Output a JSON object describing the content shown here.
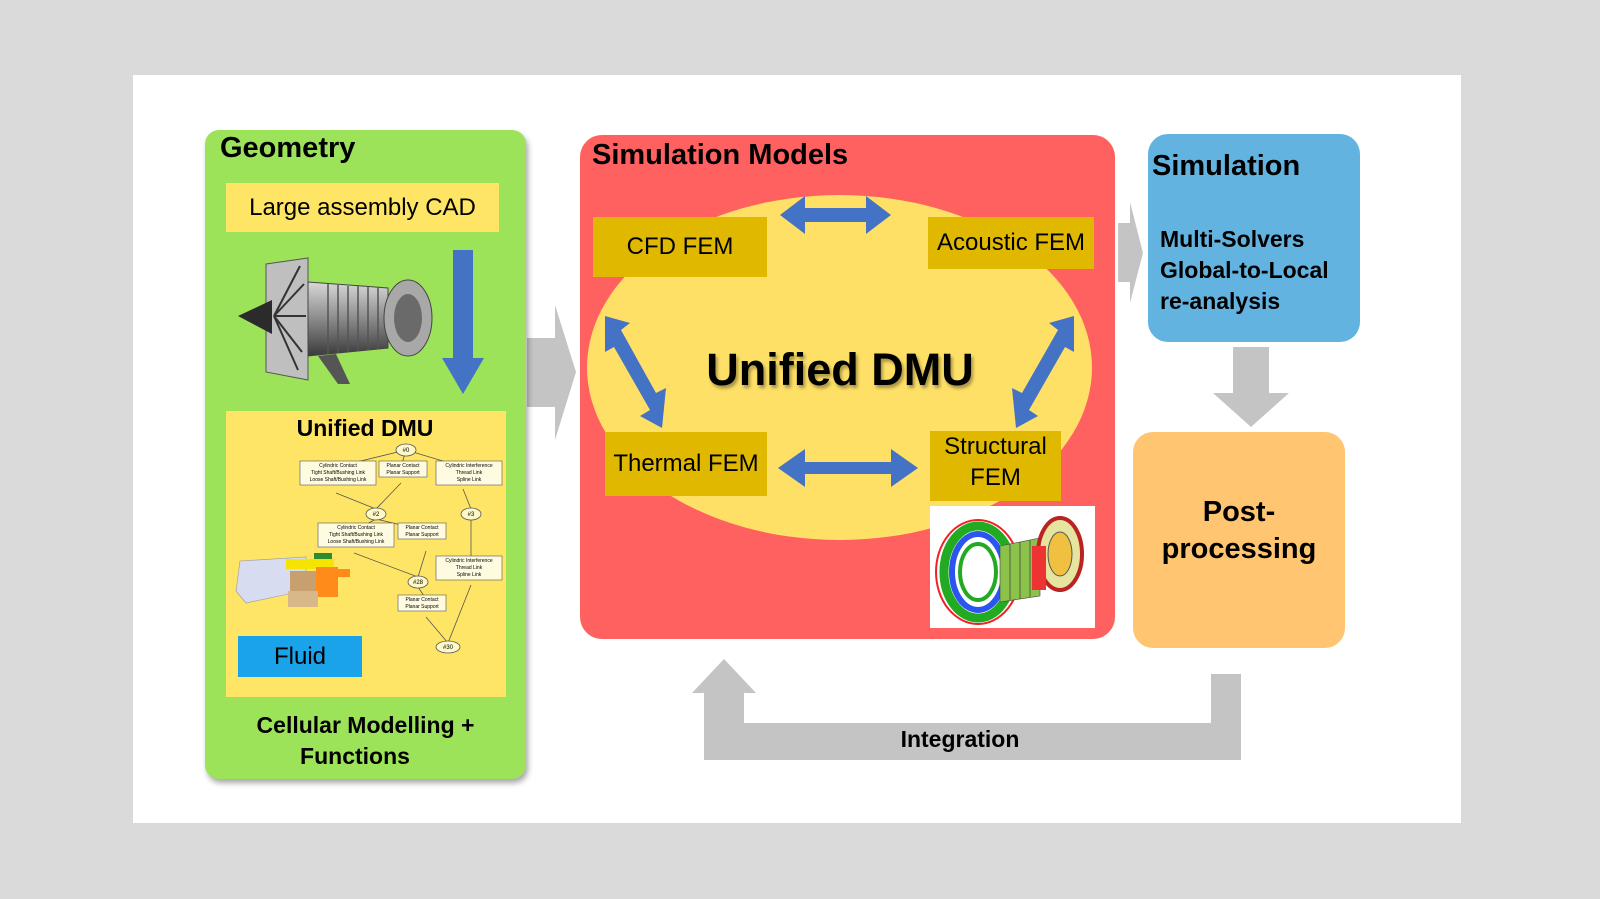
{
  "geometry": {
    "title": "Geometry",
    "cad_label": "Large assembly CAD",
    "dmu_title": "Unified DMU",
    "fluid_label": "Fluid",
    "footer_line1": "Cellular Modelling +",
    "footer_line2": "Functions",
    "graph_nodes": [
      "#0",
      "#2",
      "#3",
      "#28",
      "#30"
    ],
    "graph_boxes": [
      [
        "Cylindric Contact",
        "Tight Shaft/Bushing Link",
        "Loose Shaft/Bushing Link"
      ],
      [
        "Planar Contact",
        "Planar Support"
      ],
      [
        "Cylindric Interference",
        "Thread Link",
        "Spline Link"
      ],
      [
        "Cylindric Contact",
        "Tight Shaft/Bushing Link",
        "Loose Shaft/Bushing Link"
      ],
      [
        "Planar Contact",
        "Planar Support"
      ],
      [
        "Cylindric Interference",
        "Thread Link",
        "Spline Link"
      ],
      [
        "Planar Contact",
        "Planar Support"
      ]
    ]
  },
  "simulation_models": {
    "title": "Simulation Models",
    "center_label": "Unified DMU",
    "cfd": "CFD FEM",
    "acoustic": "Acoustic FEM",
    "thermal": "Thermal FEM",
    "structural_line1": "Structural",
    "structural_line2": "FEM"
  },
  "simulation": {
    "title": "Simulation",
    "line1": "Multi-Solvers",
    "line2": "Global-to-Local",
    "line3": "re-analysis"
  },
  "post": {
    "line1": "Post-",
    "line2": "processing"
  },
  "integration": {
    "label": "Integration"
  },
  "colors": {
    "background": "#dadada",
    "geometry_panel": "#9de35a",
    "label_yellow": "#ffe566",
    "simulation_models_panel": "#ff6060",
    "ellipse": "#ffe066",
    "fem_box": "#e0b800",
    "simulation_panel": "#63b3e0",
    "post_panel": "#ffc570",
    "arrow_blue": "#4472c4",
    "arrow_grey": "#c4c4c4",
    "fluid_box": "#1aa3e8"
  }
}
